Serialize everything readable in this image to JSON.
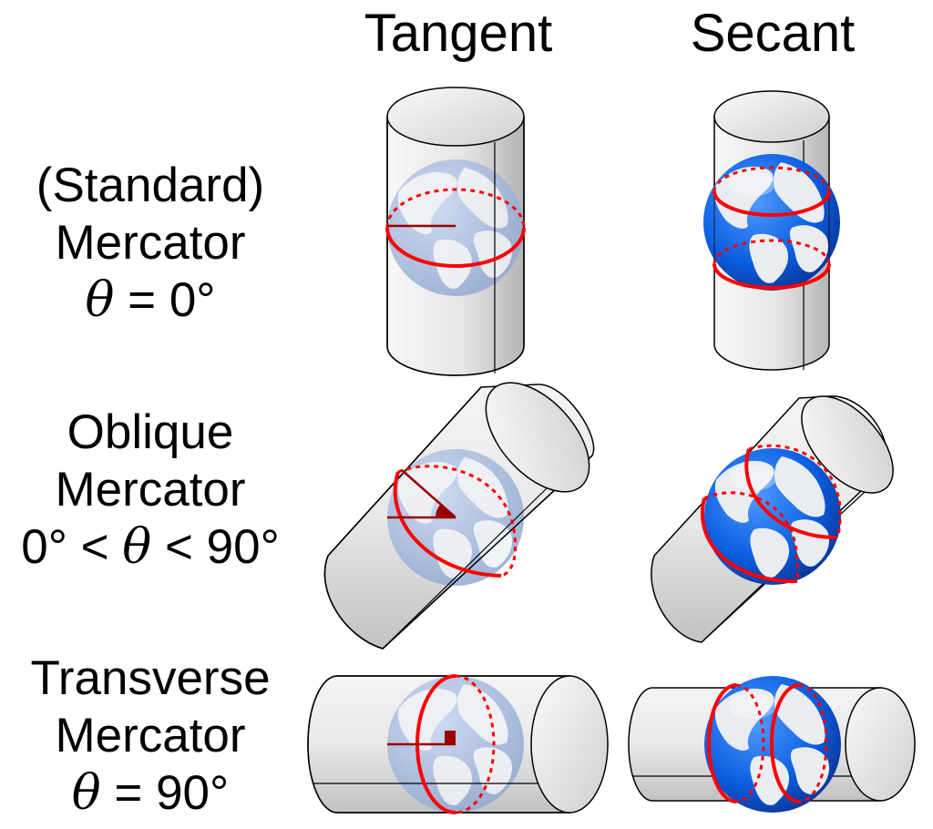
{
  "columns": [
    "Tangent",
    "Secant"
  ],
  "rows": [
    {
      "label1": "(Standard)",
      "label2": "Mercator",
      "formula": {
        "pre": "",
        "sym": "θ",
        "post": " = 0°"
      }
    },
    {
      "label1": "Oblique",
      "label2": "Mercator",
      "formula": {
        "pre": "0° < ",
        "sym": "θ",
        "post": " < 90°"
      }
    },
    {
      "label1": "Transverse",
      "label2": "Mercator",
      "formula": {
        "pre": "",
        "sym": "θ",
        "post": " = 90°"
      }
    }
  ],
  "colors": {
    "tangent_line": "#ff0000",
    "angle_marker": "#990000",
    "globe_ocean": "#0a4fd6",
    "globe_land": "#e6e9ee",
    "cylinder": "#e4e4e4"
  }
}
